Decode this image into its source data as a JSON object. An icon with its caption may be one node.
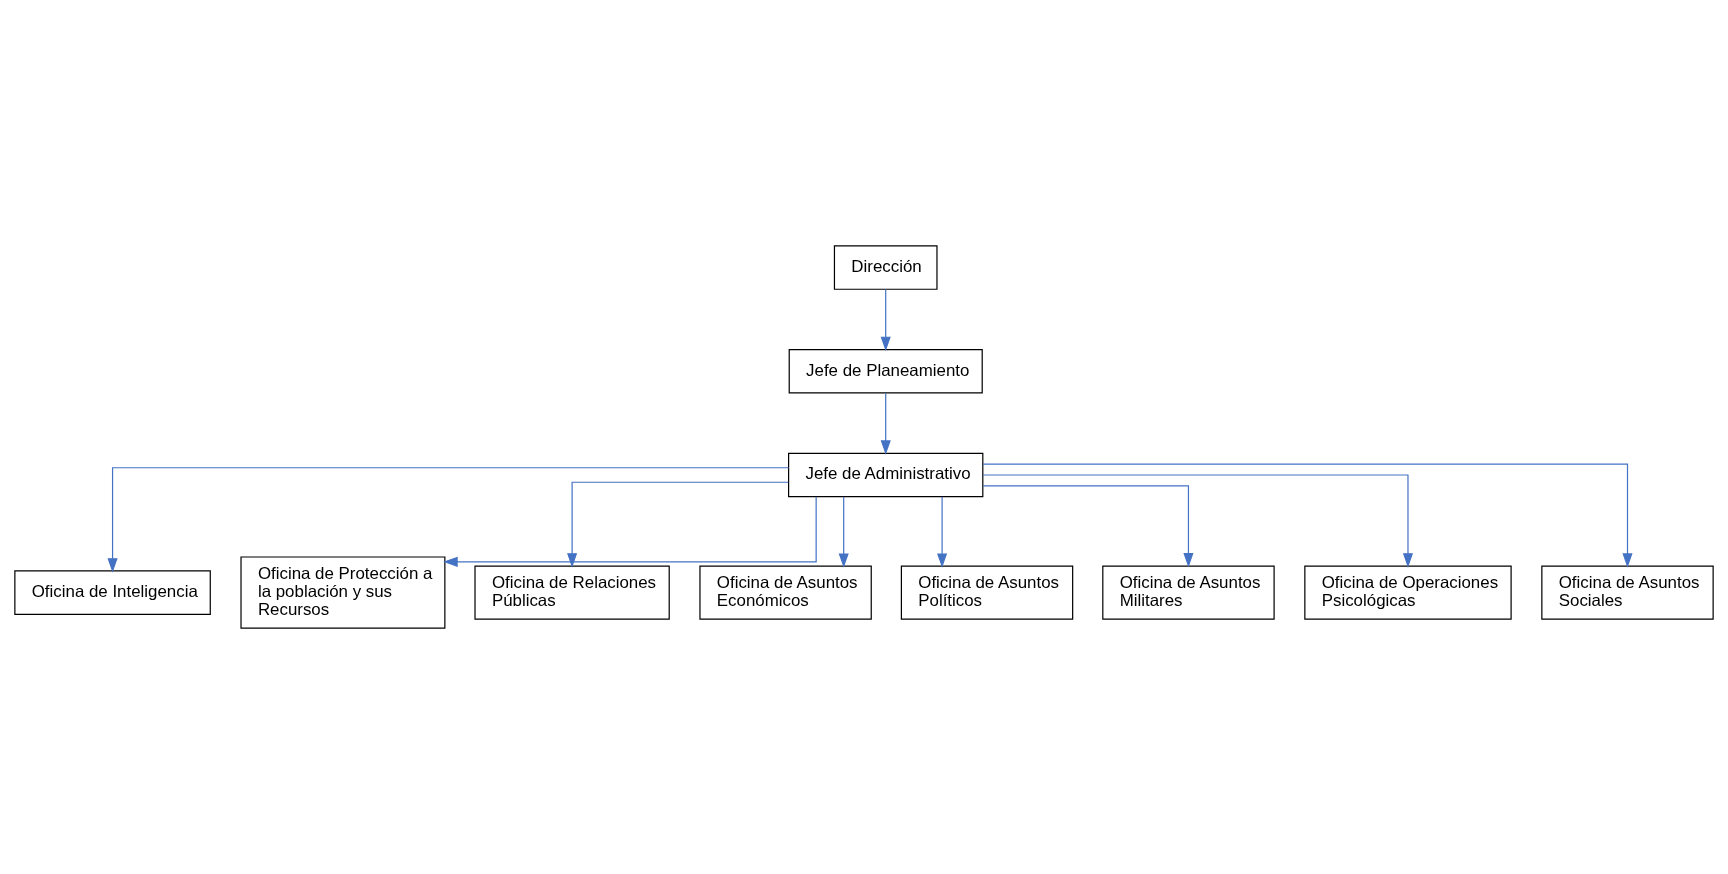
{
  "diagram": {
    "nodes": [
      {
        "text": [
          "Dirección"
        ]
      },
      {
        "text": [
          "Jefe de Planeamiento"
        ]
      },
      {
        "text": [
          "Jefe de Administrativo"
        ]
      },
      {
        "text": [
          "Oficina de Inteligencia"
        ]
      },
      {
        "text": [
          "Oficina de Protección a la población y sus Recursos"
        ]
      },
      {
        "text": [
          "Oficina de Relaciones Públicas"
        ]
      },
      {
        "text": [
          "Oficina de Asuntos Económicos"
        ]
      },
      {
        "text": [
          "Oficina de Asuntos Políticos"
        ]
      },
      {
        "text": [
          "Oficina de Asuntos Militares"
        ]
      },
      {
        "text": [
          "Oficina de Operaciones Psicológicas"
        ]
      },
      {
        "text": [
          "Oficina de Asuntos Sociales"
        ]
      }
    ],
    "edges": [
      {
        "from": 0,
        "to": 1,
        "arrow": "to"
      },
      {
        "from": 1,
        "to": 2,
        "arrow": "to"
      },
      {
        "from": 2,
        "to": 3,
        "arrow": "to"
      },
      {
        "from": 2,
        "to": 8,
        "arrow": "to"
      },
      {
        "from": 2,
        "to": 4,
        "arrow": "to"
      },
      {
        "from": 2,
        "to": 9,
        "arrow": "to"
      },
      {
        "from": 2,
        "to": 5,
        "arrow": "to"
      },
      {
        "from": 2,
        "to": 6,
        "arrow": "to"
      },
      {
        "from": 2,
        "to": 10,
        "arrow": "to"
      },
      {
        "from": 2,
        "to": 7,
        "arrow": "to"
      }
    ]
  }
}
